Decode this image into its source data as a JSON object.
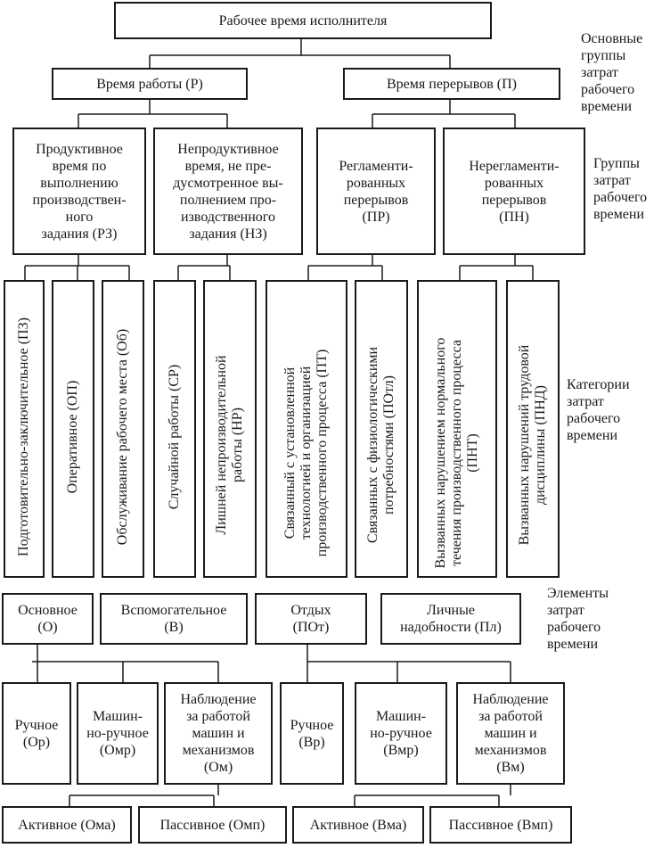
{
  "root": "Рабочее время исполнителя",
  "level1": [
    "Время работы (Р)",
    "Время перерывов (П)"
  ],
  "level2": [
    "Продуктивное\nвремя по\nвыполнению\nпроизводствен-\nного\nзадания (РЗ)",
    "Непродуктивное\nвремя, не пре-\nдусмотренное вы-\nполнением про-\nизводственного\nзадания (НЗ)",
    "Регламенти-\nрованных\nперерывов\n(ПР)",
    "Нерегламенти-\nрованных\nперерывов\n(ПН)"
  ],
  "categories": [
    "Подготовительно-заключительное (ПЗ)",
    "Оперативное (ОП)",
    "Обслуживание рабочего места (Об)",
    "Случайной работы (СР)",
    "Лишней непроизводительной\nработы (НР)",
    "Связанный с установленной\nтехнологией и организацией\nпроизводственного процесса (ПТ)",
    "Связанных с физиологическими\nпотребностями (ПОтл)",
    "Вызванных нарушением нормального\nтечения производственного процесса\n(ПНТ)",
    "Вызванных нарушений трудовой\nдисциплины (ПНД)"
  ],
  "elements": [
    "Основное\n(О)",
    "Вспомогательное\n(В)",
    "Отдых\n(ПОт)",
    "Личные\nнадобности (Пл)"
  ],
  "subelements": [
    "Ручное\n(Ор)",
    "Машин-\nно-ручное\n(Омр)",
    "Наблюдение\nза работой\nмашин и\nмеханизмов\n(Ом)",
    "Ручное\n(Вр)",
    "Машин-\nно-ручное\n(Вмр)",
    "Наблюдение\nза работой\nмашин и\nмеханизмов\n(Вм)"
  ],
  "leaves": [
    "Активное (Ома)",
    "Пассивное (Омп)",
    "Активное (Вма)",
    "Пассивное (Вмп)"
  ],
  "side_labels": [
    "Основные\nгруппы\nзатрат\nрабочего\nвремени",
    "Группы\nзатрат\nрабочего\nвремени",
    "Категории\nзатрат\nрабочего\nвремени",
    "Элементы\nзатрат\nрабочего\nвремени"
  ]
}
